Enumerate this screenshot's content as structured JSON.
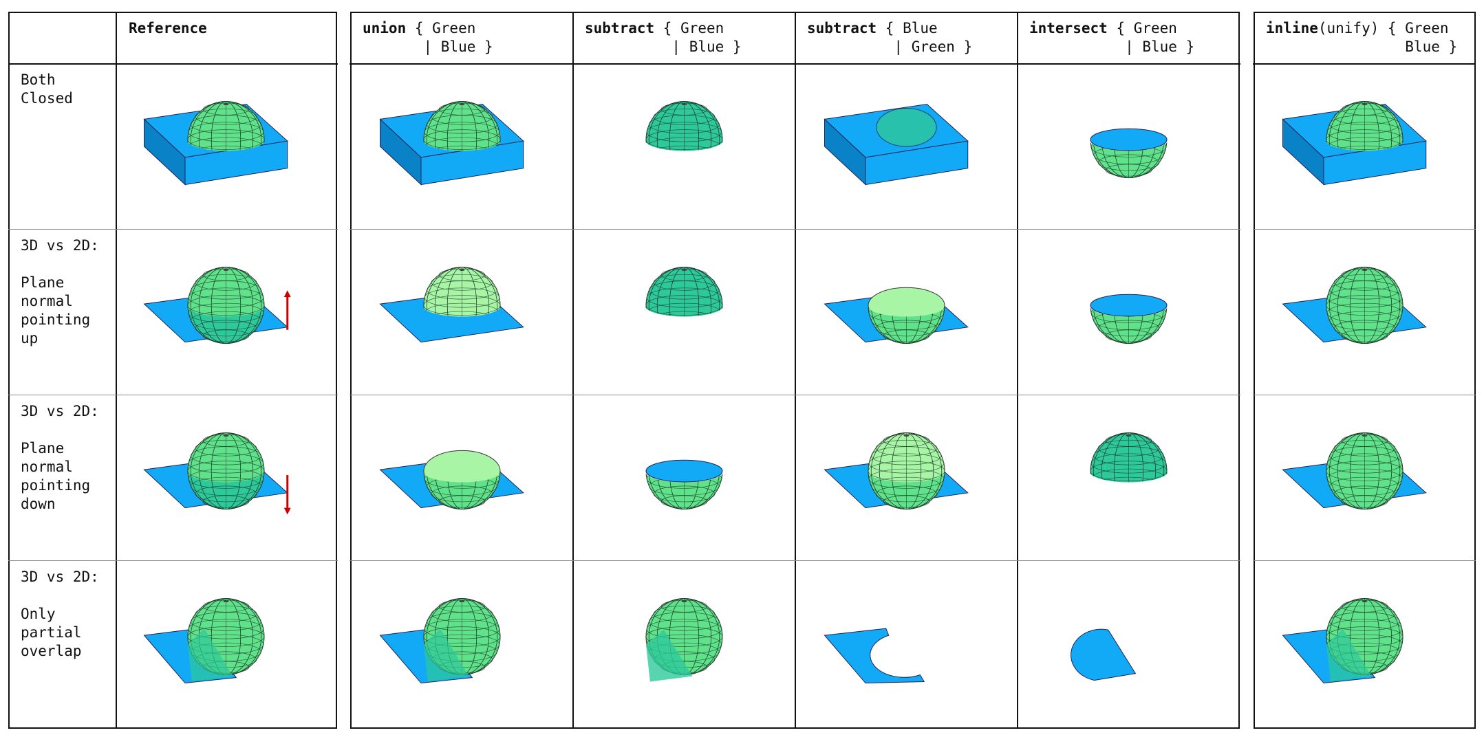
{
  "header_row": {
    "reference": "Reference",
    "columns": [
      {
        "keyword": "union",
        "rest": " { Green\n       | Blue }"
      },
      {
        "keyword": "subtract",
        "rest": " { Green\n          | Blue }"
      },
      {
        "keyword": "subtract",
        "rest": " { Blue\n          | Green }"
      },
      {
        "keyword": "intersect",
        "rest": " { Green\n           | Blue }"
      },
      {
        "keyword": "inline",
        "rest": "(unify) { Green\n                Blue }"
      }
    ]
  },
  "rows": [
    {
      "label": "Both\nClosed"
    },
    {
      "label": "3D vs 2D:\n\nPlane\nnormal\npointing\nup"
    },
    {
      "label": "3D vs 2D:\n\nPlane\nnormal\npointing\ndown"
    },
    {
      "label": "3D vs 2D:\n\nOnly\npartial\noverlap"
    }
  ],
  "colors": {
    "blue": "#12aaf6",
    "blue_side": "#0a82c8",
    "green": "#5fe28a",
    "green_dark": "#2ec99a",
    "green_light": "#a9f5a6",
    "grid": "#1b3c2a",
    "arrow": "#cc0000"
  }
}
